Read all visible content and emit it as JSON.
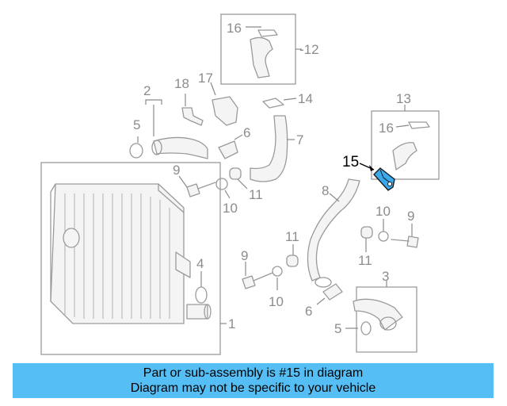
{
  "diagram": {
    "highlight_color": "#3aa9ec",
    "callouts": {
      "c1": "1",
      "c2": "2",
      "c3": "3",
      "c4": "4",
      "c5a": "5",
      "c5b": "5",
      "c6a": "6",
      "c6b": "6",
      "c7": "7",
      "c8": "8",
      "c9a": "9",
      "c9b": "9",
      "c9c": "9",
      "c10a": "10",
      "c10b": "10",
      "c10c": "10",
      "c11a": "11",
      "c11b": "11",
      "c11c": "11",
      "c12": "-12",
      "c13": "13",
      "c14": "14",
      "c15": "15",
      "c16a": "16",
      "c16b": "16",
      "c17": "17",
      "c18": "18"
    }
  },
  "banner": {
    "line1": "Part or sub-assembly is #15 in diagram",
    "line2": "Diagram may not be specific to your vehicle"
  }
}
